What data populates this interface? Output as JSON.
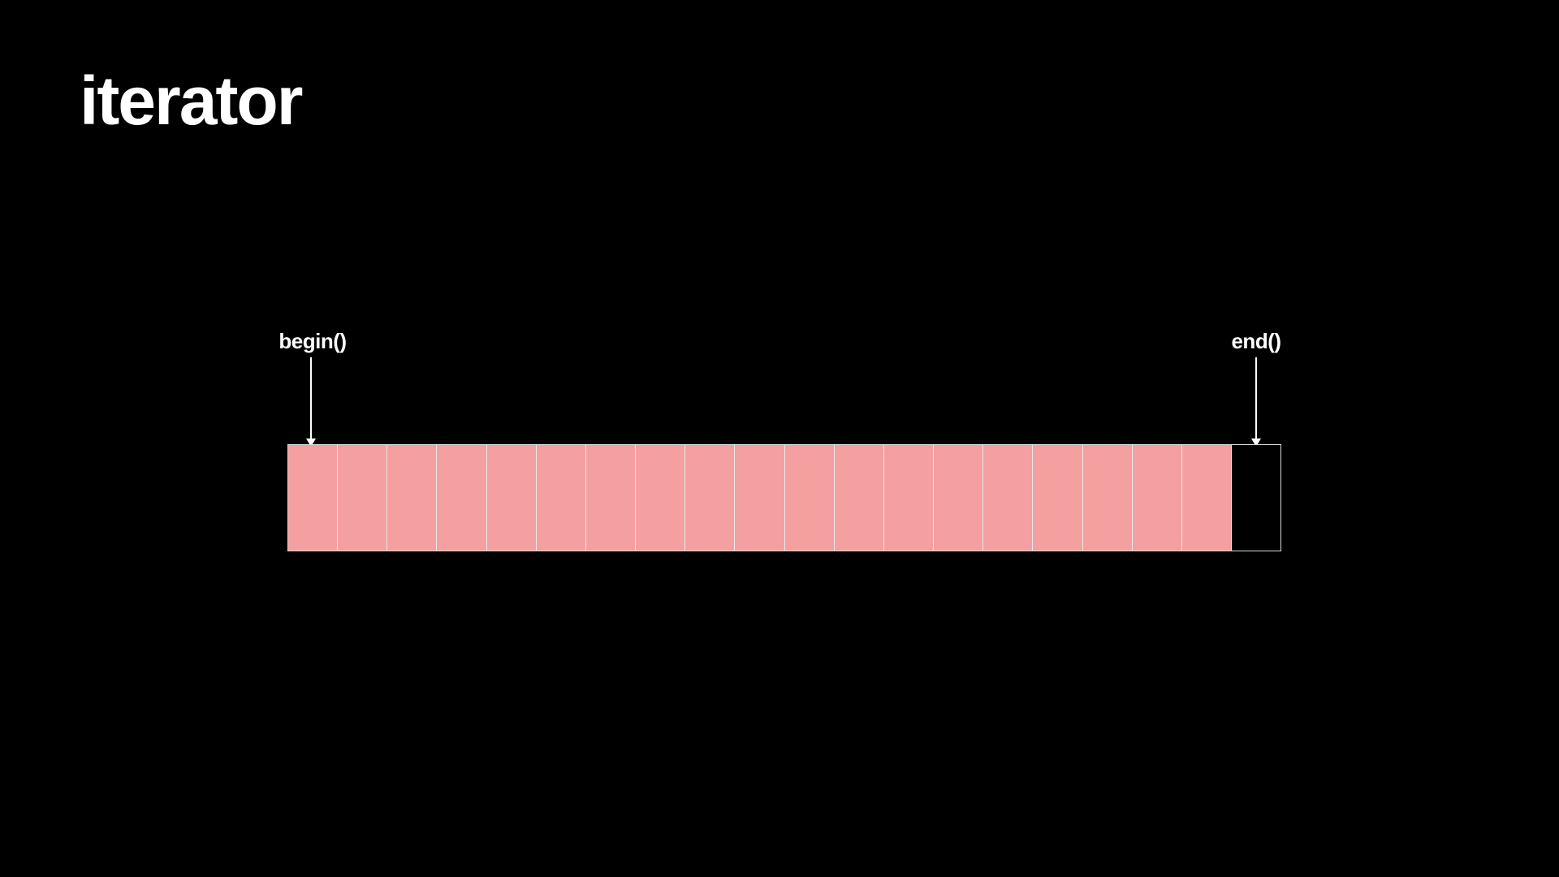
{
  "slide": {
    "title": "iterator"
  },
  "diagram": {
    "begin_label": "begin()",
    "end_label": "end()",
    "element_count": 19,
    "past_the_end_slots": 1,
    "element_color": "#f4a0a0",
    "end_slot_color": "#000000",
    "background_color": "#000000",
    "text_color": "#ffffff"
  }
}
